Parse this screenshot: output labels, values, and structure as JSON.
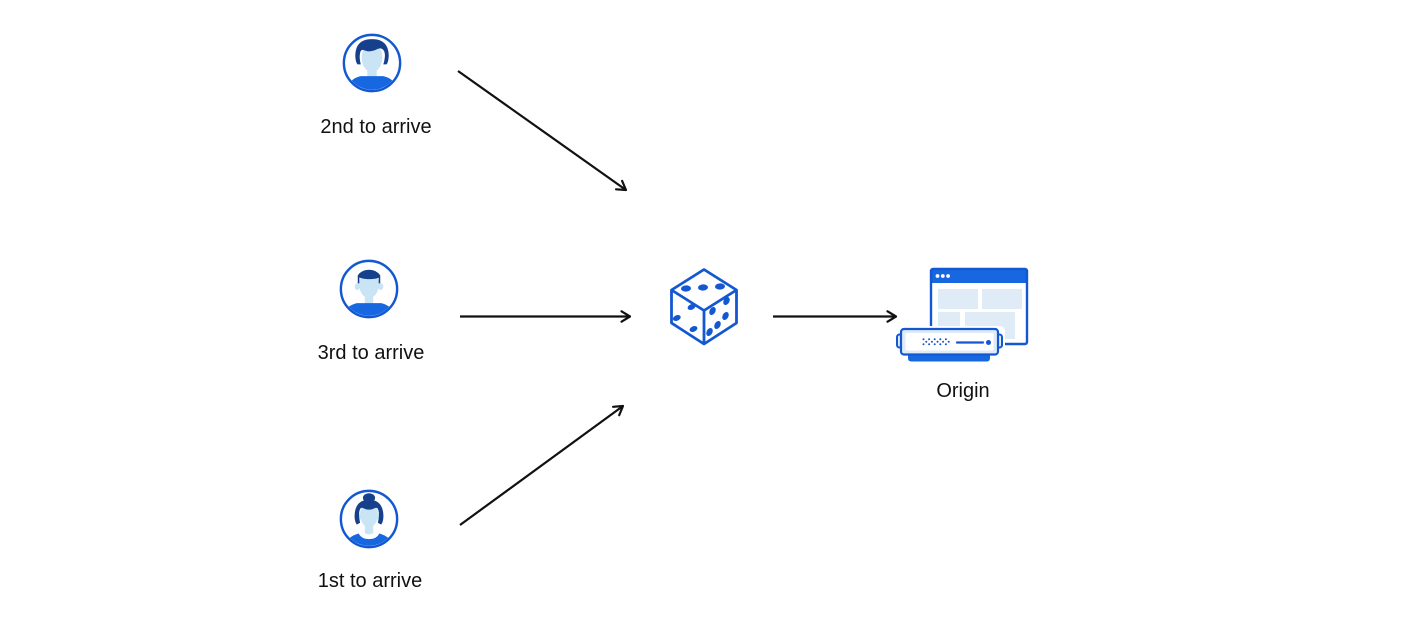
{
  "diagram": {
    "type": "flow",
    "description_colors_note": "random-steering diagram: three clients -> dice -> origin",
    "nodes": {
      "client_top": {
        "label": "2nd to arrive",
        "icon": "user-male-avatar-icon"
      },
      "client_middle": {
        "label": "3rd to arrive",
        "icon": "user-male-flattop-avatar-icon"
      },
      "client_bottom": {
        "label": "1st to arrive",
        "icon": "user-female-bun-avatar-icon"
      },
      "random_selector": {
        "icon": "dice-icon"
      },
      "origin": {
        "label": "Origin",
        "icon": "origin-server-icon"
      }
    },
    "edges": [
      {
        "from": "client_top",
        "to": "random_selector"
      },
      {
        "from": "client_middle",
        "to": "random_selector"
      },
      {
        "from": "client_bottom",
        "to": "random_selector"
      },
      {
        "from": "random_selector",
        "to": "origin"
      }
    ]
  },
  "colors": {
    "background": "#ffffff",
    "blue_stroke": "#1358d1",
    "blue_fill": "#1767e0",
    "navy_hair": "#16408c",
    "face_light_blue": "#c9e4f5",
    "panel_light_blue": "#e0ebf8",
    "arrow": "#111111",
    "text": "#111111"
  }
}
